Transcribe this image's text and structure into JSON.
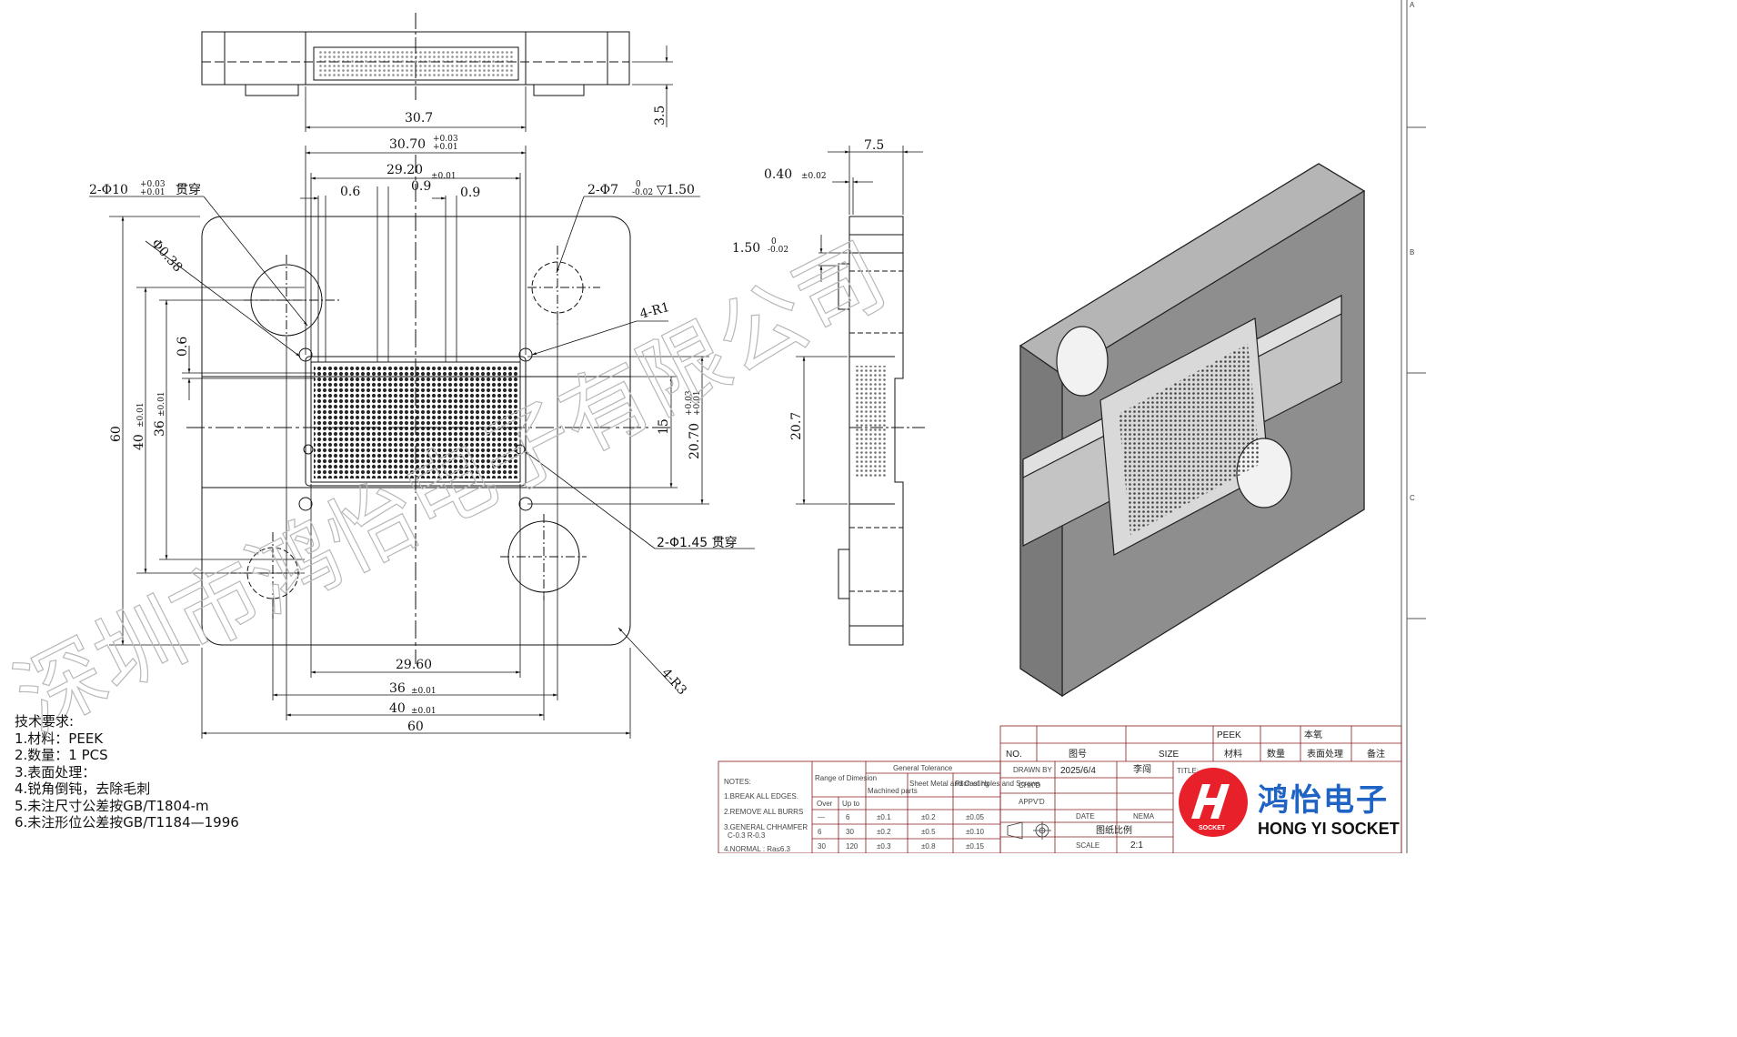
{
  "watermark": "深圳市鸿怡电子有限公司",
  "top_view": {
    "dim_30_7": "30.7",
    "dim_3_5": "3.5"
  },
  "front_view": {
    "d_30_70": "30.70",
    "tol_30_70_hi": "+0.03",
    "tol_30_70_lo": "+0.01",
    "d_29_20": "29.20",
    "tol_29_20": "±0.01",
    "d_0_6a": "0.6",
    "d_0_9a": "0.9",
    "d_0_9b": "0.9",
    "hole_10": "2-Φ10",
    "tol_10_hi": "+0.03",
    "tol_10_lo": "+0.01",
    "hole_10_note": "贯穿",
    "hole_7": "2-Φ7",
    "tol_7_hi": "0",
    "tol_7_lo": "-0.02",
    "hole_7_depth": "▽1.50",
    "phi_038": "Φ0.38",
    "r1": "4-R1",
    "d_0_6v": "0.6",
    "d_60v": "60",
    "d_40v": "40",
    "tol_40v": "±0.01",
    "d_36v": "36",
    "tol_36v": "±0.01",
    "d_15": "15",
    "d_20_70": "20.70",
    "tol_20_70_hi": "+0.03",
    "tol_20_70_lo": "+0.01",
    "hole_145": "2-Φ1.45 贯穿",
    "r3": "4-R3",
    "d_29_60": "29.60",
    "d_36h": "36",
    "tol_36h": "±0.01",
    "d_40h": "40",
    "tol_40h": "±0.01",
    "d_60h": "60"
  },
  "side_view": {
    "d_7_5": "7.5",
    "d_0_40": "0.40",
    "tol_0_40": "±0.02",
    "d_1_50": "1.50",
    "tol_1_50_hi": "0",
    "tol_1_50_lo": "-0.02",
    "d_20_7": "20.7"
  },
  "tech_requirements": [
    "技术要求:",
    "1.材料：PEEK",
    "2.数量：1 PCS",
    "3.表面处理：",
    "4.锐角倒钝，去除毛刺",
    "5.未注尺寸公差按GB/T1804-m",
    "6.未注形位公差按GB/T1184—1996"
  ],
  "title_block": {
    "material_value": "PEEK",
    "finish_value": "本氧",
    "headers": [
      "NO.",
      "图号",
      "SIZE",
      "材料",
      "数量",
      "表面处理",
      "备注"
    ],
    "drawn_by": "DRAWN BY",
    "date": "2025/6/4",
    "drafter": "李闯",
    "title": "TITLE:",
    "chkd": "CHK'D",
    "appvd": "APPV'D",
    "date_label": "DATE",
    "name_label": "NEMA",
    "scale_label_cn": "图纸比例",
    "scale_label": "SCALE",
    "scale_value": "2:1",
    "general_tolerance": "General Tolerance",
    "notes": [
      "NOTES:",
      "1.BREAK ALL EDGES.",
      "2.REMOVE ALL BURRS",
      "3.GENERAL CHHAMFER",
      "C-0.3 R-0.3",
      "4.NORMAL : Ra≤6.3"
    ],
    "tol_headers": [
      "Range of Dimesion",
      "Machined parts",
      "Sheet Metal and Casting",
      "Pitch of Holes and Screws"
    ],
    "tol_sub": [
      "Over",
      "Up to"
    ],
    "tol_rows": [
      [
        "—",
        "6",
        "±0.1",
        "±0.2",
        "±0.05"
      ],
      [
        "6",
        "30",
        "±0.2",
        "±0.5",
        "±0.10"
      ],
      [
        "30",
        "120",
        "±0.3",
        "±0.8",
        "±0.15"
      ]
    ]
  },
  "logo": {
    "name": "鸿怡电子",
    "sub": "HONG YI SOCKET",
    "mark": "SOCKET",
    "red": "#e8202a",
    "blue": "#1f63c4"
  },
  "border_letters": [
    "A",
    "B",
    "C"
  ]
}
